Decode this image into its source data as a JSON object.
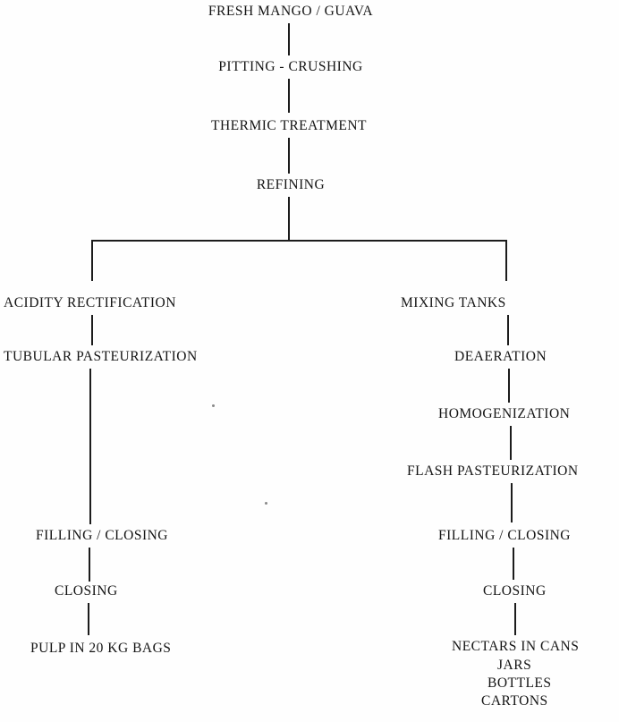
{
  "diagram": {
    "type": "flowchart",
    "title": "Fresh mango / guava processing flow",
    "main_chain": [
      "FRESH MANGO / GUAVA",
      "PITTING - CRUSHING",
      "THERMIC TREATMENT",
      "REFINING"
    ],
    "pulp_branch": [
      "ACIDITY RECTIFICATION",
      "TUBULAR PASTEURIZATION",
      "FILLING / CLOSING",
      "CLOSING",
      "PULP IN 20 KG BAGS"
    ],
    "nectar_branch": [
      "MIXING TANKS",
      "DEAERATION",
      "HOMOGENIZATION",
      "FLASH PASTEURIZATION",
      "FILLING / CLOSING",
      "CLOSING"
    ],
    "nectar_output": [
      "NECTARS IN CANS",
      "JARS",
      "BOTTLES",
      "CARTONS"
    ],
    "ink_color": "#1c1c1c"
  }
}
